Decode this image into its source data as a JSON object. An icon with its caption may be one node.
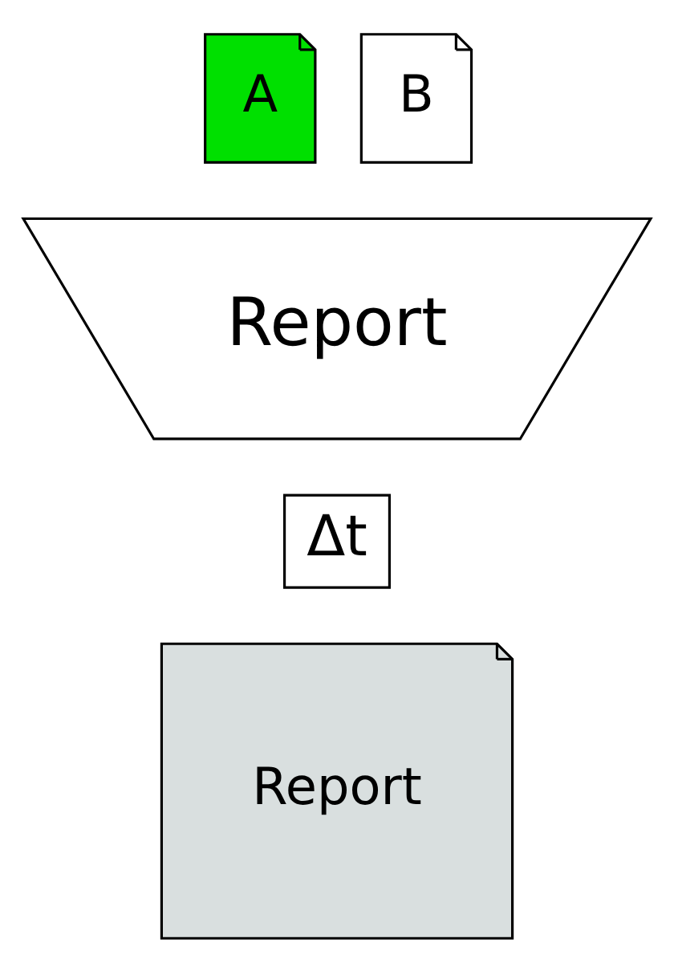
{
  "diagram": {
    "nodes": [
      {
        "text": [
          "A"
        ]
      },
      {
        "text": [
          "B"
        ]
      },
      {
        "text": [
          "Report"
        ]
      },
      {
        "text": [
          "Δt"
        ]
      },
      {
        "text": [
          "Report"
        ]
      }
    ]
  }
}
